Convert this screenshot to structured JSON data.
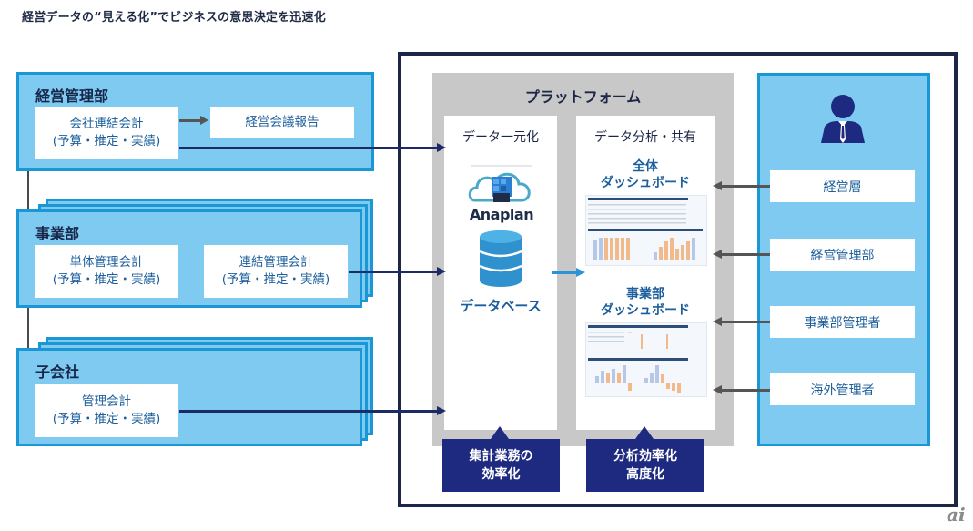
{
  "title": "経営データの“見える化”でビジネスの意思決定を迅速化",
  "left_groups": {
    "management": {
      "title": "経営管理部",
      "box1_line1": "会社連結会計",
      "box1_line2": "(予算・推定・実績)",
      "box2": "経営会議報告"
    },
    "business": {
      "title": "事業部",
      "box1_line1": "単体管理会計",
      "box1_line2": "(予算・推定・実績)",
      "box2_line1": "連結管理会計",
      "box2_line2": "(予算・推定・実績)"
    },
    "subsidiary": {
      "title": "子会社",
      "box1_line1": "管理会計",
      "box1_line2": "(予算・推定・実績)"
    }
  },
  "platform": {
    "title": "プラットフォーム",
    "unify": {
      "title": "データ一元化",
      "logo_text": "Anaplan",
      "database_label": "データベース"
    },
    "analysis": {
      "title": "データ分析・共有",
      "dashboard_all_line1": "全体",
      "dashboard_all_line2": "ダッシュボード",
      "dashboard_biz_line1": "事業部",
      "dashboard_biz_line2": "ダッシュボード"
    }
  },
  "callouts": {
    "aggregation_line1": "集計業務の",
    "aggregation_line2": "効率化",
    "analysis_line1": "分析効率化",
    "analysis_line2": "高度化"
  },
  "users": {
    "icon": "person-suit-icon",
    "items": [
      "経営層",
      "経営管理部",
      "事業部管理者",
      "海外管理者"
    ]
  },
  "watermark": "ai",
  "colors": {
    "org_fill": "#7ecaf0",
    "org_border": "#1a98d5",
    "navy": "#1c2647",
    "callout": "#1d2a80",
    "text_blue": "#1b5e9b",
    "platform_gray": "#c8c8c8"
  }
}
